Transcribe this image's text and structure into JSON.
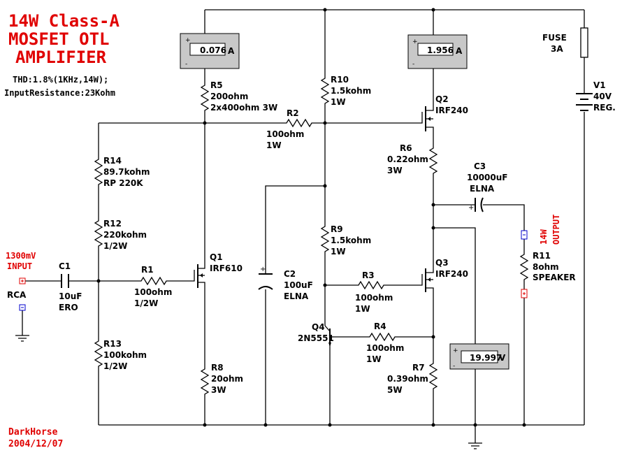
{
  "title": {
    "line1": "14W Class-A",
    "line2": "MOSFET OTL",
    "line3": "AMPLIFIER",
    "thd": "THD:1.8%(1KHz,14W);",
    "input_res": "InputResistance:23Kohm"
  },
  "author": {
    "name": "DarkHorse",
    "date": "2004/12/07"
  },
  "meters": {
    "m1": {
      "value": "0.076",
      "unit": "A"
    },
    "m2": {
      "value": "1.956",
      "unit": "A"
    },
    "m3": {
      "value": "19.997",
      "unit": "V"
    }
  },
  "input": {
    "level": "1300mV",
    "label": "INPUT",
    "connector": "RCA"
  },
  "output": {
    "label1": "14W",
    "label2": "OUTPUT"
  },
  "fuse": {
    "name": "FUSE",
    "value": "3A"
  },
  "v1": {
    "name": "V1",
    "value": "40V",
    "note": "REG."
  },
  "parts": {
    "r5": {
      "name": "R5",
      "v1": "200ohm",
      "v2": "2x400ohm 3W"
    },
    "r10": {
      "name": "R10",
      "v1": "1.5kohm",
      "v2": "1W"
    },
    "r2": {
      "name": "R2",
      "v1": "100ohm",
      "v2": "1W"
    },
    "q2": {
      "name": "Q2",
      "v1": "IRF240"
    },
    "r14": {
      "name": "R14",
      "v1": "89.7kohm",
      "v2": "RP 220K"
    },
    "r6": {
      "name": "R6",
      "v1": "0.22ohm",
      "v2": "3W"
    },
    "c3": {
      "name": "C3",
      "v1": "10000uF",
      "v2": "ELNA"
    },
    "r12": {
      "name": "R12",
      "v1": "220kohm",
      "v2": "1/2W"
    },
    "r9": {
      "name": "R9",
      "v1": "1.5kohm",
      "v2": "1W"
    },
    "r11": {
      "name": "R11",
      "v1": "8ohm",
      "v2": "SPEAKER"
    },
    "c1": {
      "name": "C1",
      "v1": "10uF",
      "v2": "ERO"
    },
    "r1": {
      "name": "R1",
      "v1": "100ohm",
      "v2": "1/2W"
    },
    "q1": {
      "name": "Q1",
      "v1": "IRF610"
    },
    "c2": {
      "name": "C2",
      "v1": "100uF",
      "v2": "ELNA"
    },
    "r3": {
      "name": "R3",
      "v1": "100ohm",
      "v2": "1W"
    },
    "q3": {
      "name": "Q3",
      "v1": "IRF240"
    },
    "q4": {
      "name": "Q4",
      "v1": "2N5551"
    },
    "r4": {
      "name": "R4",
      "v1": "100ohm",
      "v2": "1W"
    },
    "r13": {
      "name": "R13",
      "v1": "100kohm",
      "v2": "1/2W"
    },
    "r8": {
      "name": "R8",
      "v1": "20ohm",
      "v2": "3W"
    },
    "r7": {
      "name": "R7",
      "v1": "0.39ohm",
      "v2": "5W"
    }
  },
  "colors": {
    "title": "#e00000",
    "terminal_plus": "#e00000",
    "terminal_minus": "#0000cc"
  }
}
